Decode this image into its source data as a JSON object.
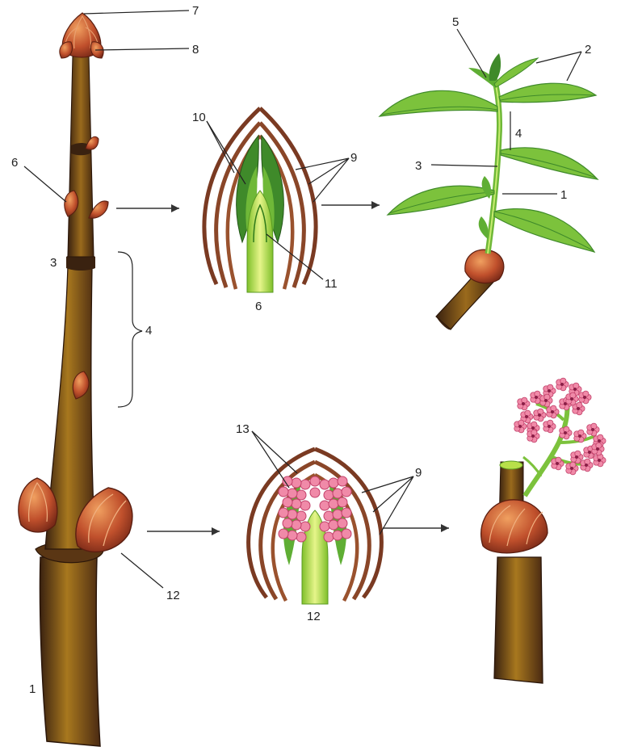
{
  "labels": {
    "l1_main": "1",
    "l1_shoot": "1",
    "l2": "2",
    "l3_main": "3",
    "l3_shoot": "3",
    "l4_main": "4",
    "l4_shoot": "4",
    "l5": "5",
    "l6_bud": "6",
    "l6_section": "6",
    "l7": "7",
    "l8": "8",
    "l9_top": "9",
    "l9_bottom": "9",
    "l10": "10",
    "l11": "11",
    "l12_bud": "12",
    "l12_section": "12",
    "l13": "13"
  },
  "colors": {
    "stem_dark": "#3e2412",
    "stem_mid": "#6b4318",
    "stem_light": "#a8781e",
    "bud_scale": "#b5462a",
    "bud_scale_light": "#e0915a",
    "leaf_green": "#7cc23c",
    "leaf_dark": "#3f8a2a",
    "axis_green": "#b8e04a",
    "flower_pink": "#f08aa8",
    "flower_dark": "#c2406a",
    "scale_brown": "#7a3a22"
  }
}
